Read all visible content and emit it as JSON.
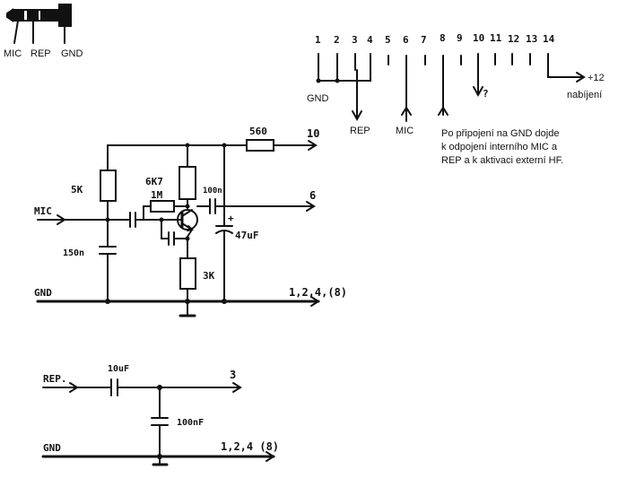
{
  "jack": {
    "labels": [
      "MIC",
      "REP",
      "GND"
    ]
  },
  "connector": {
    "pins": [
      "1",
      "2",
      "3",
      "4",
      "5",
      "6",
      "7",
      "8",
      "9",
      "10",
      "11",
      "12",
      "13",
      "14"
    ],
    "labels": {
      "gnd": "GND",
      "rep": "REP",
      "mic": "MIC",
      "q": "?",
      "plus12": "+12",
      "charging": "nabíjení"
    }
  },
  "note": {
    "lines": [
      "Po připojení na GND dojde",
      "k odpojení interního MIC a",
      "REP a k aktivaci externí HF."
    ]
  },
  "mic_circuit": {
    "labels": {
      "in": "MIC",
      "gnd": "GND",
      "r_top": "560",
      "pin10": "10",
      "r5k": "5K",
      "r6k7": "6K7",
      "r1m": "1M",
      "c100n": "100n",
      "out": "6",
      "c47": "47uF",
      "plus": "+",
      "c150": "150n",
      "r3k": "3K",
      "pins": "1,2,4,(8)"
    }
  },
  "rep_circuit": {
    "labels": {
      "in": "REP.",
      "c10": "10uF",
      "out": "3",
      "c100nf": "100nF",
      "gnd": "GND",
      "pins": "1,2,4 (8)"
    }
  }
}
